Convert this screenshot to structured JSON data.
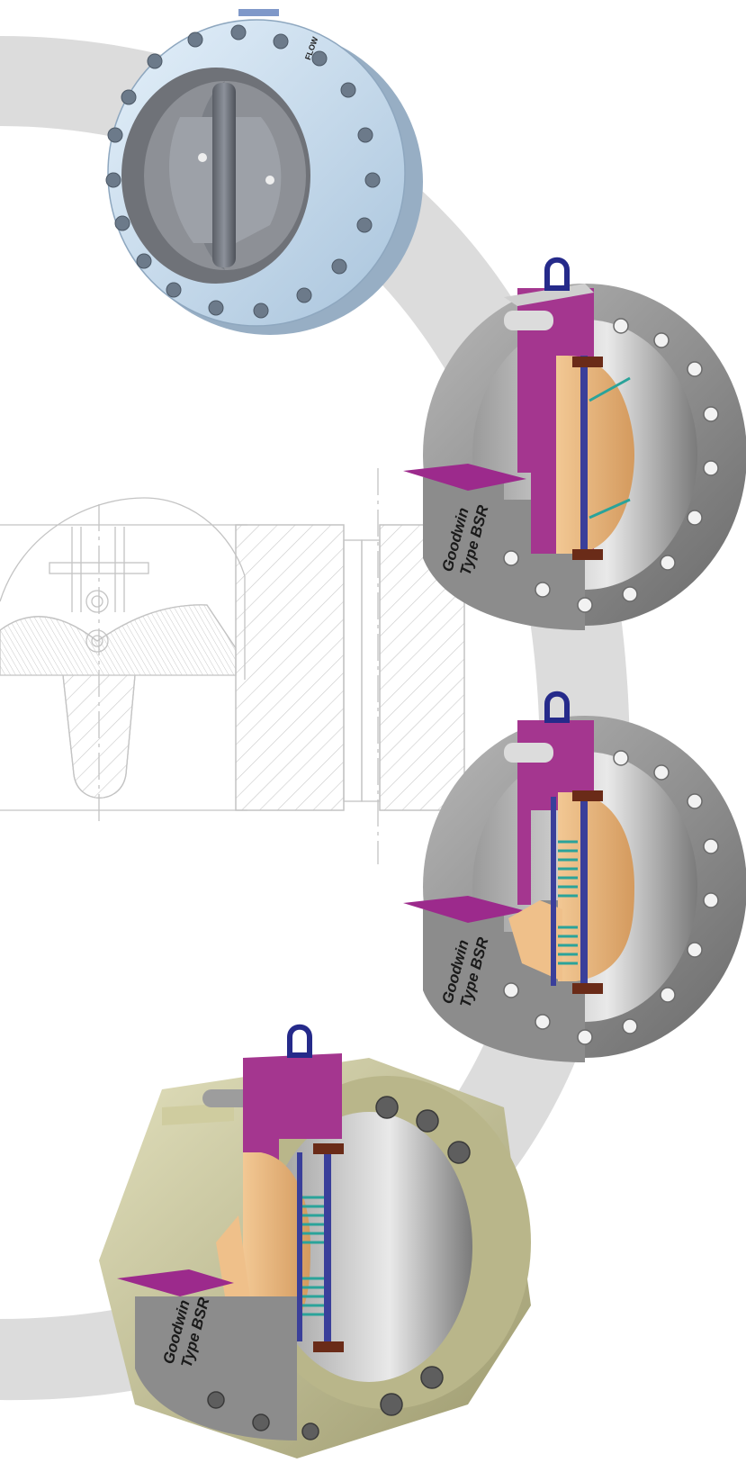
{
  "image": {
    "kind": "technical product illustration",
    "background": "#ffffff",
    "ring_color": "#d9d9d9"
  },
  "flow_marking": "FLOW",
  "valves": [
    {
      "brand": "Goodwin",
      "model": "Type BSR"
    },
    {
      "brand": "Goodwin",
      "model": "Type BSR"
    },
    {
      "brand": "Goodwin",
      "model": "Type BSR"
    }
  ],
  "colors": {
    "body_grey": "#8a8a8a",
    "magenta": "#9c2a8c",
    "plate_bronze": "#e8b27a",
    "spring_teal": "#2aa39a",
    "hinge_pin": "#3a3f9a",
    "housing_olive": "#c9c7a0",
    "flange_blue": "#c9dff0"
  }
}
